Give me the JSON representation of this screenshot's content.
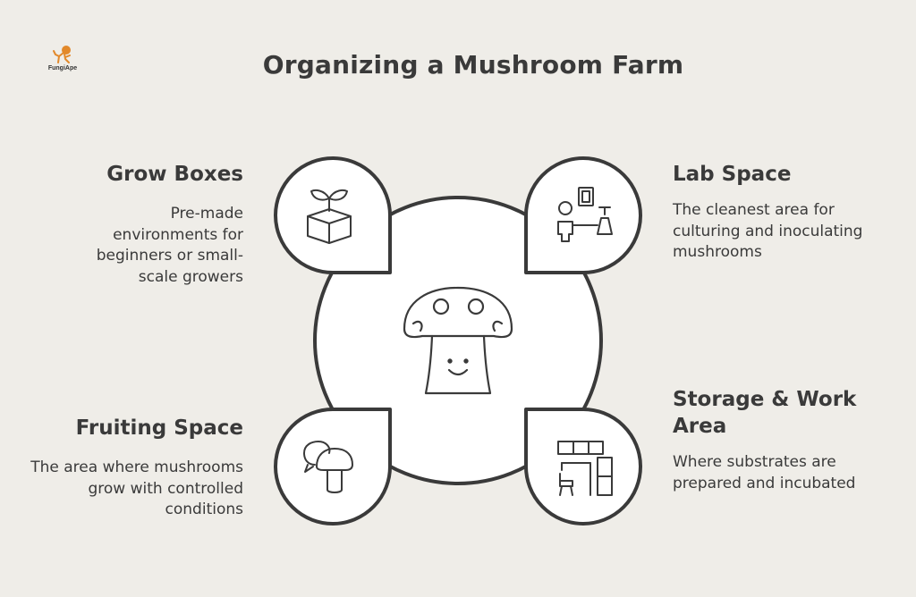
{
  "logo": {
    "text": "FungiApe",
    "icon": "monkey-logo-icon",
    "color": "#e2892b"
  },
  "title": "Organizing a Mushroom Farm",
  "colors": {
    "background": "#efede8",
    "shape_fill": "#ffffff",
    "stroke": "#3a3a3a"
  },
  "center": {
    "icon": "smiling-mushroom-icon"
  },
  "sections": {
    "grow_boxes": {
      "title": "Grow Boxes",
      "desc": "Pre-made environments for beginners or small-scale growers",
      "icon": "sprout-box-icon"
    },
    "lab_space": {
      "title": "Lab Space",
      "desc": "The cleanest area for culturing and inoculating mushrooms",
      "icon": "lab-worker-icon"
    },
    "fruiting_space": {
      "title": "Fruiting Space",
      "desc": "The area where mushrooms grow with controlled conditions",
      "icon": "mushroom-speech-icon"
    },
    "storage_work_area": {
      "title": "Storage & Work Area",
      "desc": "Where substrates are prepared and incubated",
      "icon": "shelves-desk-icon"
    }
  }
}
